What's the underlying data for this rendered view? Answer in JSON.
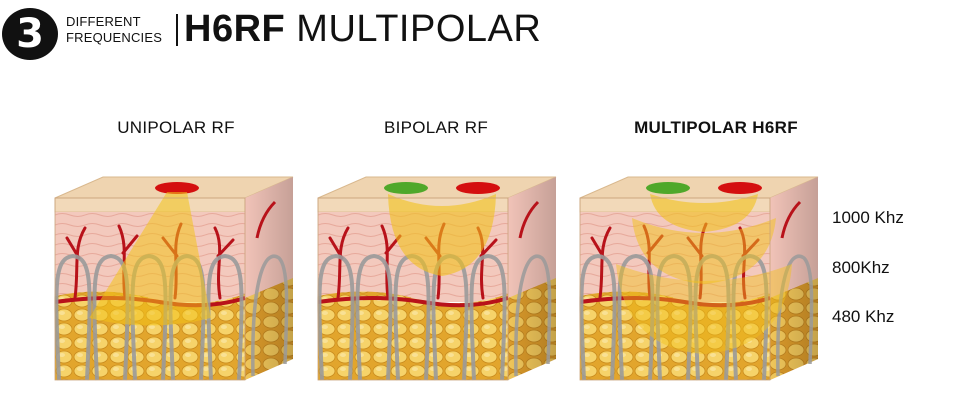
{
  "header": {
    "number": "3",
    "subtitle_line1": "DIFFERENT",
    "subtitle_line2": "FREQUENCIES",
    "title_bold": "H6RF",
    "title_light": "MULTIPOLAR"
  },
  "cubes": [
    {
      "label": "UNIPOLAR RF",
      "emphasis": false,
      "electrodes": [
        "red"
      ]
    },
    {
      "label": "BIPOLAR RF",
      "emphasis": false,
      "electrodes": [
        "green",
        "red"
      ]
    },
    {
      "label": "MULTIPOLAR H6RF",
      "emphasis": true,
      "electrodes": [
        "green",
        "red"
      ]
    }
  ],
  "frequencies": [
    "1000 Khz",
    "800Khz",
    "480 Khz"
  ],
  "colors": {
    "electrode_red": "#d40f0f",
    "electrode_green": "#4fa82a",
    "rf_field": "#f2c21a",
    "skin_top": "#efd4b0",
    "dermis": "#f1c3b8",
    "fat": "#f0c24a",
    "vessel": "#b8121a",
    "nerve": "#9a9a9a"
  }
}
